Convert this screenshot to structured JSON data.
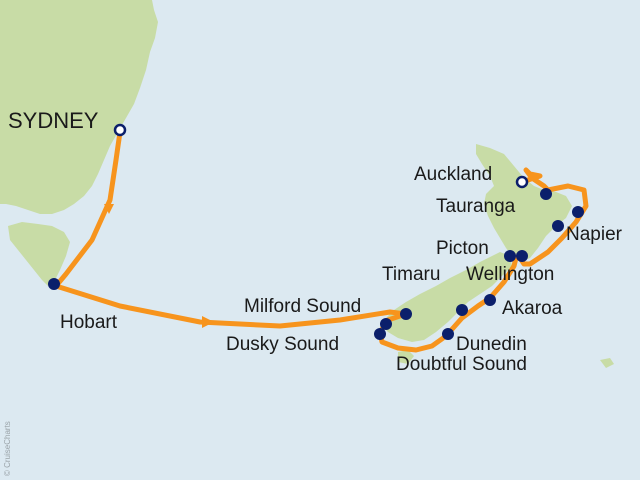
{
  "map": {
    "route_color": "#f7941d",
    "port_color": "#0b1f6b",
    "land_color": "#c8dca6",
    "water_color": "#dce9f1",
    "credit": "© CruiseCharts"
  },
  "ports": {
    "sydney": "SYDNEY",
    "hobart": "Hobart",
    "milford": "Milford Sound",
    "dusky": "Dusky Sound",
    "doubtful": "Doubtful Sound",
    "dunedin": "Dunedin",
    "akaroa": "Akaroa",
    "timaru": "Timaru",
    "wellington": "Wellington",
    "picton": "Picton",
    "napier": "Napier",
    "tauranga": "Tauranga",
    "auckland": "Auckland"
  }
}
